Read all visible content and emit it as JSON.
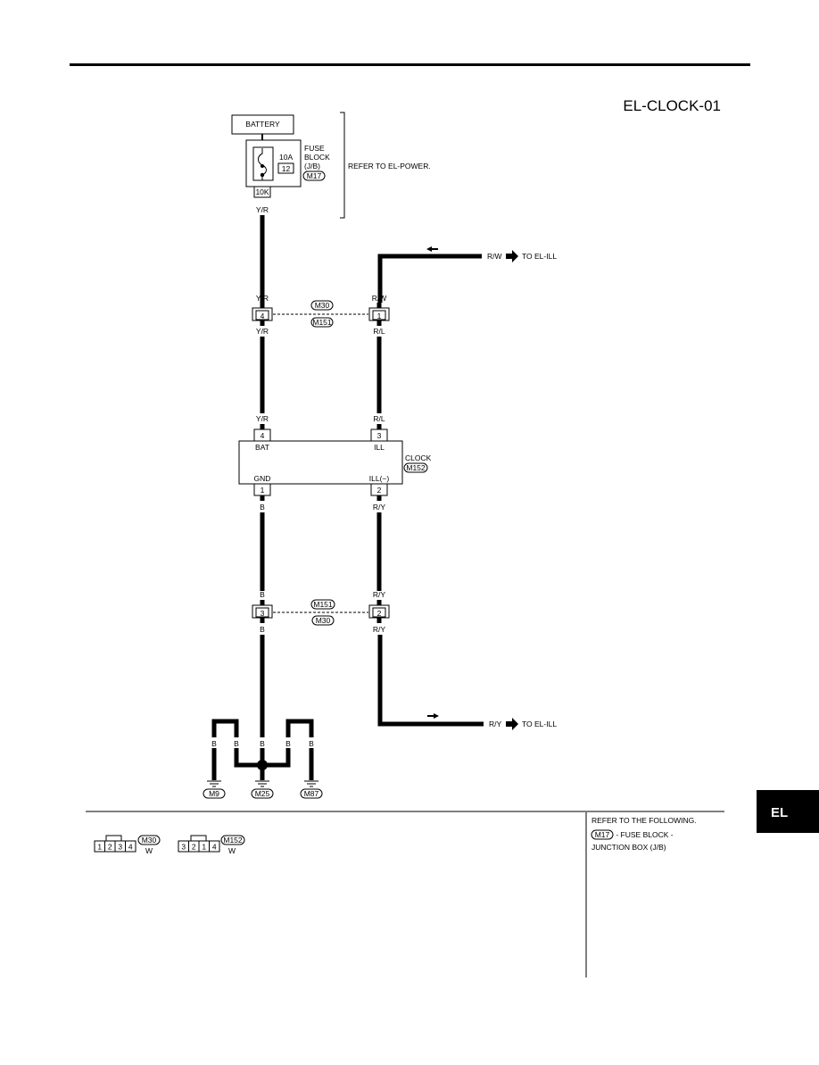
{
  "diagram": {
    "title": "EL-CLOCK-01",
    "battery": "BATTERY",
    "fuse": {
      "line1": "FUSE",
      "line2": "BLOCK",
      "line3": "(J/B)",
      "connector": "M17",
      "amperage": "10A",
      "number": "12",
      "terminal": "10K"
    },
    "refer_power": "REFER TO EL-POWER.",
    "wires": {
      "yr": "Y/R",
      "rw": "R/W",
      "rl": "R/L",
      "ry": "R/Y",
      "b": "B"
    },
    "to_ill_top": "TO EL-ILL",
    "to_ill_bottom": "TO EL-ILL",
    "joint_top": {
      "upper": "M30",
      "lower": "M151",
      "left_pin": "4",
      "right_pin": "1"
    },
    "joint_bottom": {
      "upper": "M151",
      "lower": "M30",
      "left_pin": "3",
      "right_pin": "2"
    },
    "clock": {
      "name": "CLOCK",
      "connector": "M152",
      "bat_pin": "4",
      "bat_label": "BAT",
      "ill_pin": "3",
      "ill_label": "ILL",
      "gnd_label": "GND",
      "gnd_pin": "1",
      "illm_label": "ILL(−)",
      "illm_pin": "2"
    },
    "grounds": [
      "M9",
      "M25",
      "M87"
    ]
  },
  "footer": {
    "connector_m30": {
      "name": "M30",
      "color": "W",
      "pins": [
        "1",
        "2",
        "3",
        "4"
      ]
    },
    "connector_m152": {
      "name": "M152",
      "color": "W",
      "pins": [
        "3",
        "2",
        "1",
        "4"
      ]
    },
    "refer_following": "REFER TO THE FOLLOWING.",
    "ref_connector": "M17",
    "ref_text1": " - FUSE BLOCK -",
    "ref_text2": "JUNCTION BOX (J/B)"
  },
  "section_tab": "EL"
}
